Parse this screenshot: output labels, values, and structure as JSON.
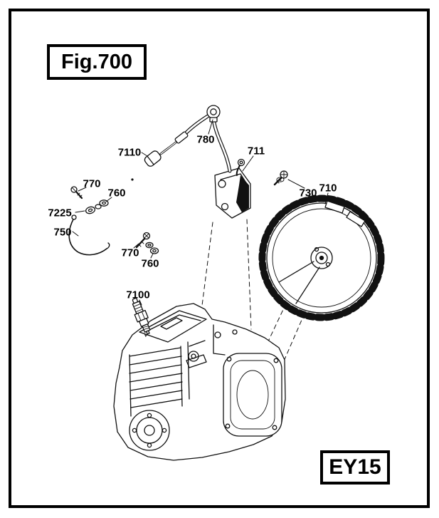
{
  "figure": {
    "title": "Fig.700",
    "model": "EY15"
  },
  "parts": [
    {
      "number": "780"
    },
    {
      "number": "7110"
    },
    {
      "number": "711"
    },
    {
      "number": "730"
    },
    {
      "number": "710"
    },
    {
      "number": "770"
    },
    {
      "number": "760"
    },
    {
      "number": "7225"
    },
    {
      "number": "750"
    },
    {
      "number": "770"
    },
    {
      "number": "760"
    },
    {
      "number": "7100"
    }
  ],
  "colors": {
    "line": "#111111",
    "background": "#ffffff"
  }
}
